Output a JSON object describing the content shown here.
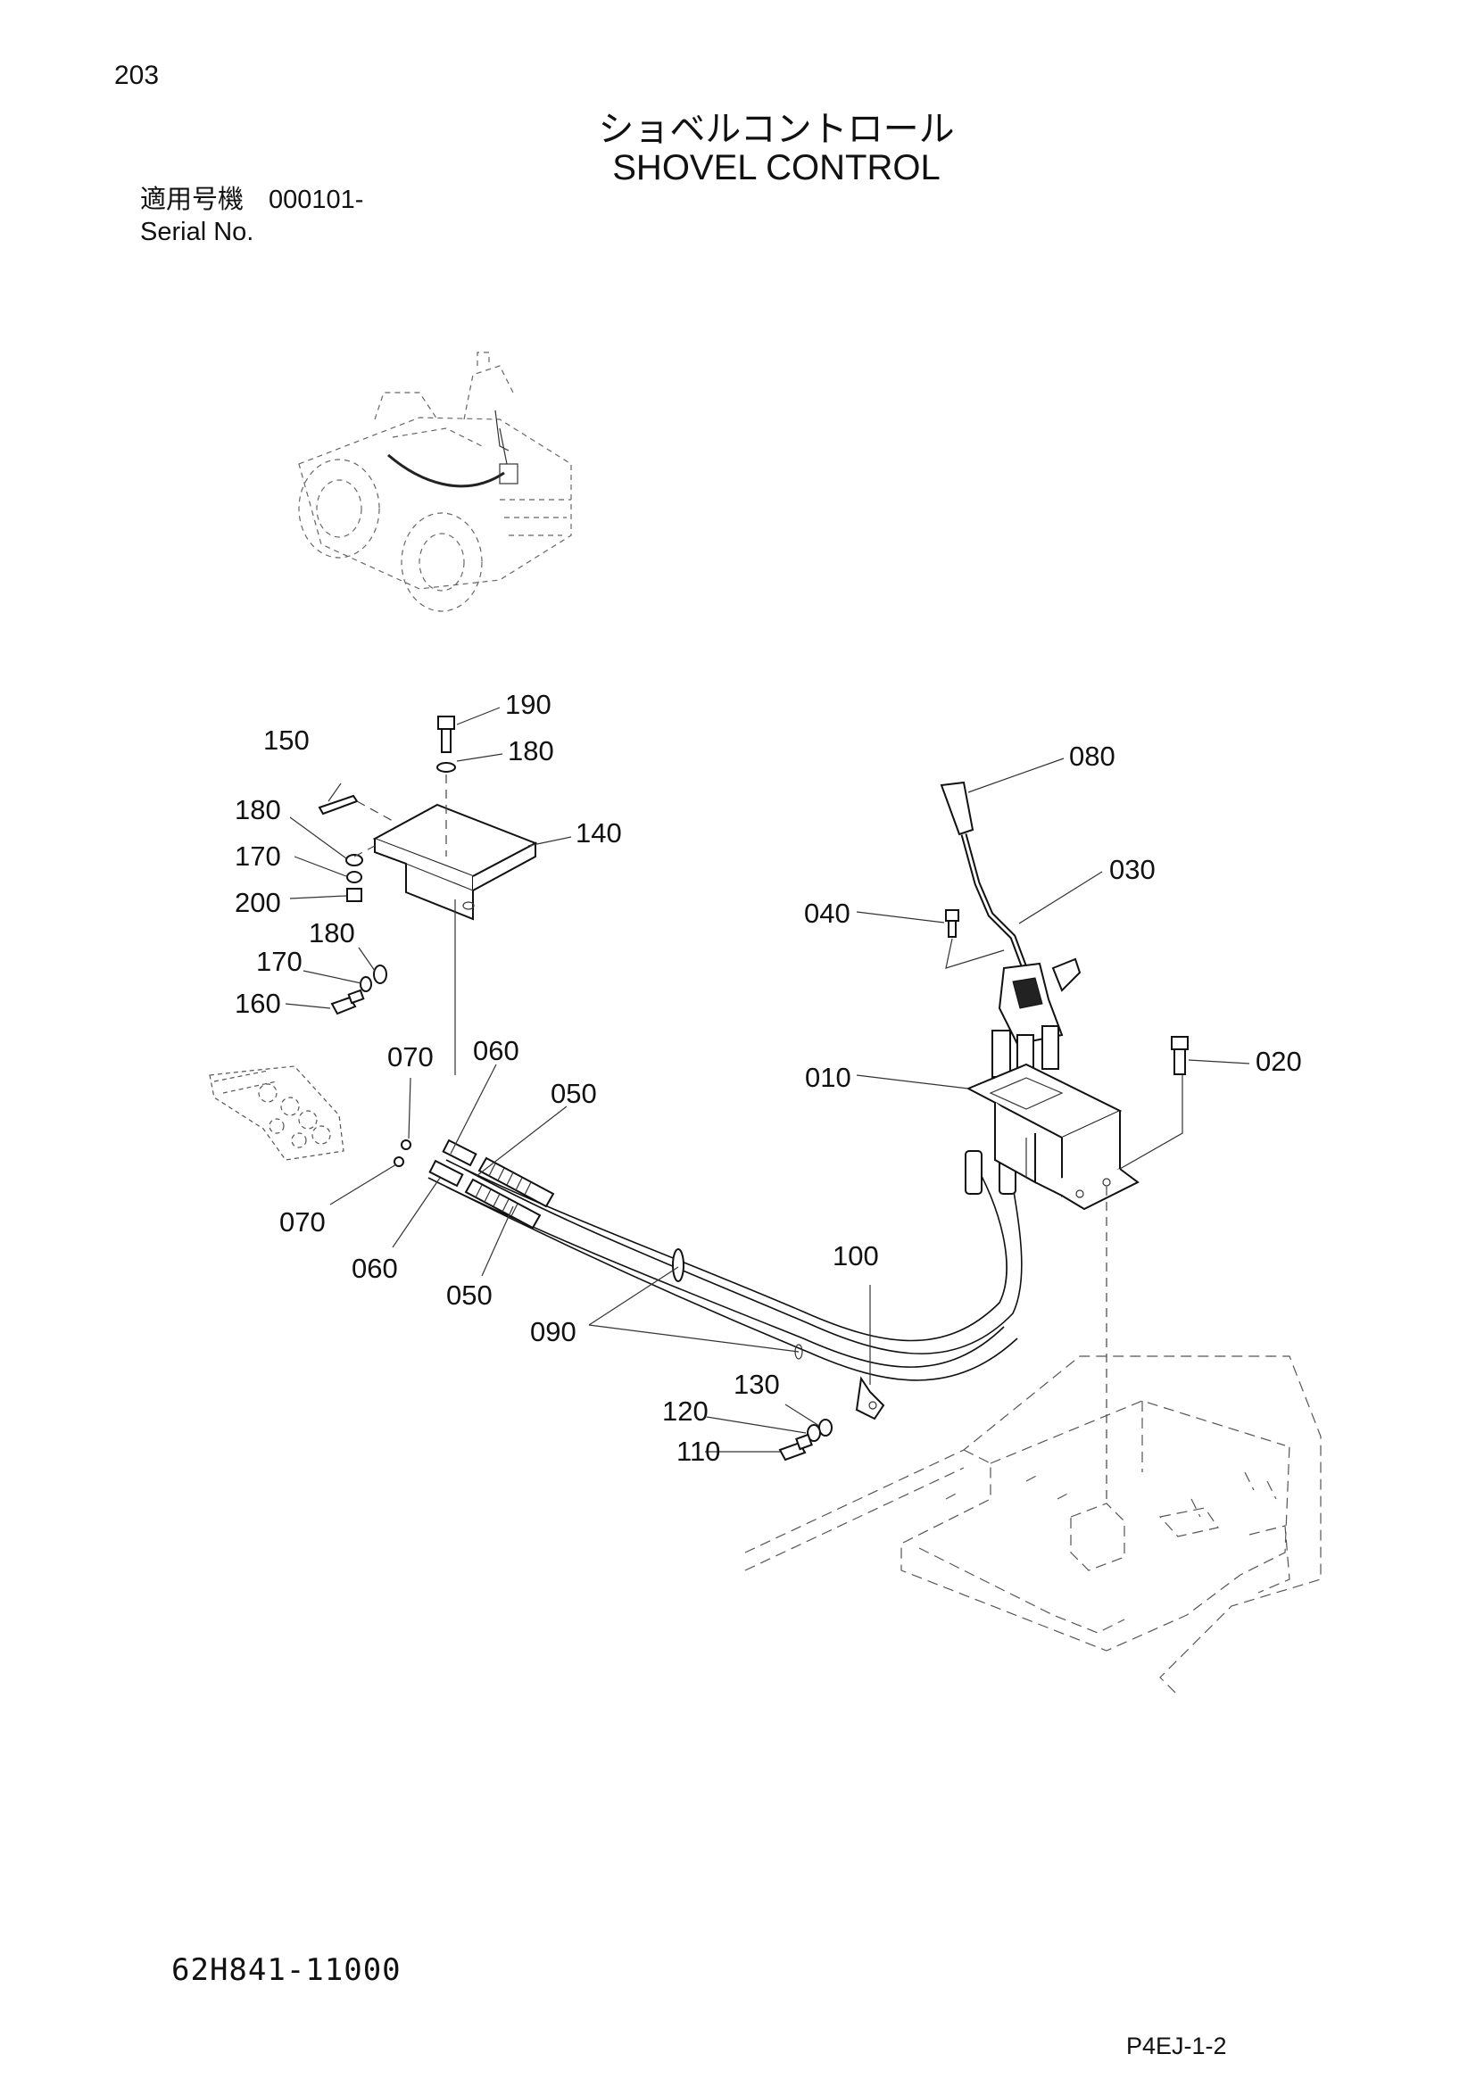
{
  "page_number": "203",
  "title_jp": "ショベルコントロール",
  "title_en": "SHOVEL CONTROL",
  "serial": {
    "label_jp": "適用号機",
    "range": "000101-",
    "label_en": "Serial No."
  },
  "callouts": {
    "c190": "190",
    "c180a": "180",
    "c150": "150",
    "c180b": "180",
    "c140": "140",
    "c170a": "170",
    "c200": "200",
    "c180c": "180",
    "c170b": "170",
    "c160": "160",
    "c070a": "070",
    "c060a": "060",
    "c050a": "050",
    "c070b": "070",
    "c060b": "060",
    "c050b": "050",
    "c090": "090",
    "c100": "100",
    "c130": "130",
    "c120": "120",
    "c110": "110",
    "c080": "080",
    "c030": "030",
    "c040": "040",
    "c010": "010",
    "c020": "020"
  },
  "drawing_number": "62H841-11000",
  "page_code": "P4EJ-1-2"
}
